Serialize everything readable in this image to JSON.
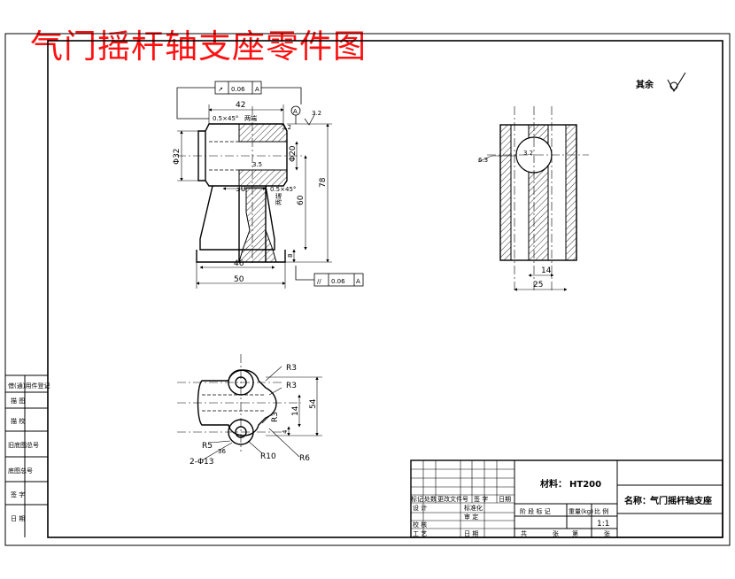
{
  "title": "气门摇杆轴支座零件图",
  "roughness_note": "其余",
  "front_view": {
    "tolerance_top": {
      "symbol": "↗",
      "value": "0.06",
      "datum": "A"
    },
    "tolerance_bottom": {
      "symbol": "//",
      "value": "0.06",
      "datum": "A"
    },
    "datum_label": "A",
    "dims": {
      "width_top": "42",
      "chamfer_top": "0.5×45°",
      "chamfer_top_note": "两端",
      "dia_left": "Φ32",
      "dia_bore": "Φ20",
      "bore_small": "3.5",
      "mid_width": "30",
      "chamfer_mid": "0.5×45°",
      "chamfer_mid_note": "两端",
      "height_60": "60",
      "height_78": "78",
      "base_h": "8",
      "base_46": "46",
      "base_50": "50",
      "rough_top": "3.2",
      "rough_mid": "3.2"
    }
  },
  "side_view": {
    "rough_hole": "3.2",
    "rough_side": "6.3",
    "dim_14": "14",
    "dim_25": "25"
  },
  "top_view": {
    "r3_a": "R3",
    "r3_b": "R3",
    "r3_c": "R3",
    "r5": "R5",
    "r10": "R10",
    "r6": "R6",
    "holes": "2-Φ13",
    "dim_54": "54",
    "dim_14": "14",
    "dim_4": "4",
    "dim_36": "36"
  },
  "left_strip": [
    "借(通)用件登记",
    "描  图",
    "描  校",
    "旧底图总号",
    "底图总号",
    "签  字",
    "日  期"
  ],
  "title_block": {
    "material_label": "材料：",
    "material_value": "HT200",
    "name_label": "名称：",
    "name_value": "气门摇杆轴支座",
    "rev_headers": [
      "标记",
      "处数",
      "更改文件号",
      "签 字",
      "日期"
    ],
    "row_design": "设  计",
    "row_std": "标准化",
    "row_check": "校  核",
    "row_review": "审  定",
    "row_craft": "工  艺",
    "row_date": "日 期",
    "stage_label": "阶 段 标 记",
    "weight_label": "重量(kg)",
    "scale_label": "比 例",
    "scale_value": "1:1",
    "sheet_total": "共",
    "sheet_unit": "张",
    "sheet_no": "第",
    "sheet_unit2": "张"
  }
}
